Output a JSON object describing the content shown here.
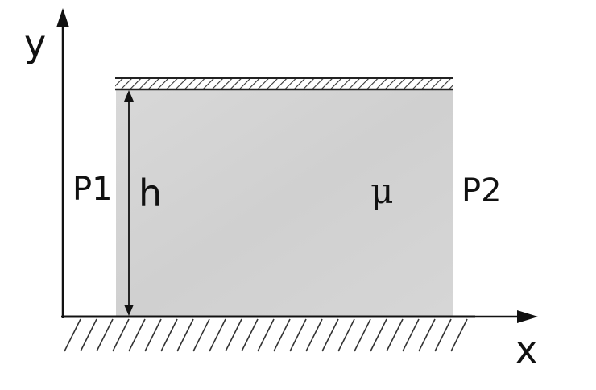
{
  "diagram": {
    "axes": {
      "x_label": "x",
      "y_label": "y"
    },
    "labels": {
      "inlet_pressure": "P1",
      "outlet_pressure": "P2",
      "gap_height": "h",
      "viscosity": "μ"
    },
    "colors": {
      "fluid": "#d4d4d4",
      "ink": "#111111",
      "hatch": "#333333"
    }
  }
}
